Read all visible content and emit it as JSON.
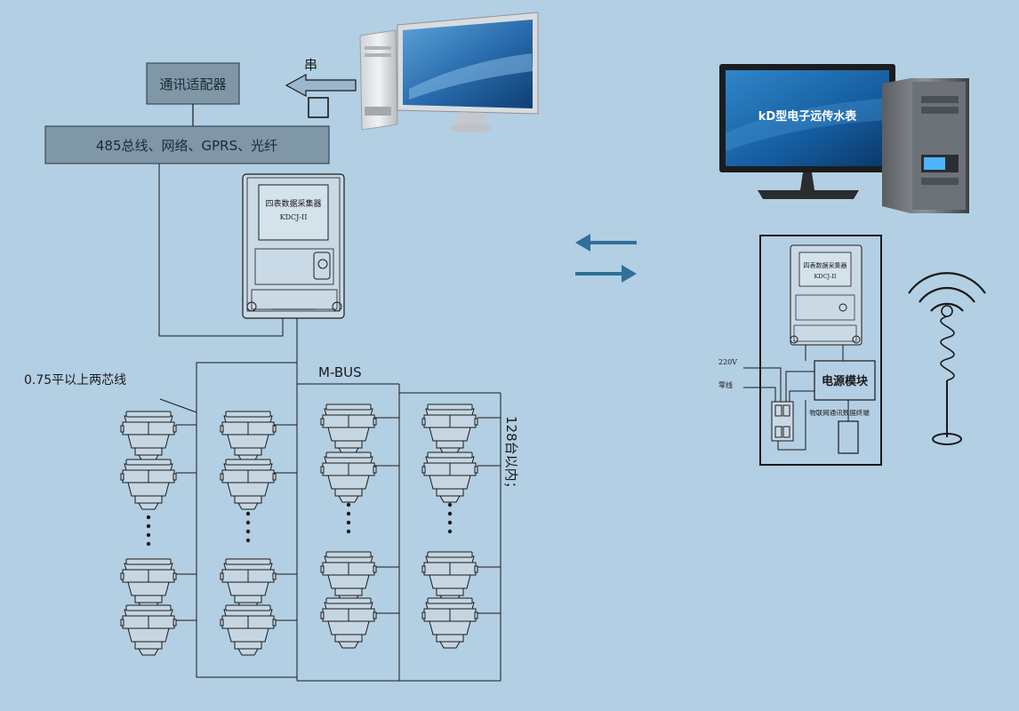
{
  "adapter_label": "通讯适配器",
  "bus_label": "485总线、网络、GPRS、光纤",
  "serial_label": "串",
  "collector": {
    "title": "四表数据采集器",
    "model": "KDCJ-II"
  },
  "wire_label": "0.75平以上两芯线",
  "mbus_label": "M-BUS",
  "capacity_label": "128台以内；",
  "screen_title": "kD型电子远传水表",
  "power_module_label": "电源模块",
  "voltage_label": "220V",
  "neutral_label": "零线",
  "iot_terminal_label": "物联网通讯数据终端",
  "colors": {
    "background": "#b3cfe3",
    "box_fill": "#7f97a7",
    "line": "#1a1a1a",
    "arrow": "#2f6f98",
    "screen": "#1d5f99"
  }
}
